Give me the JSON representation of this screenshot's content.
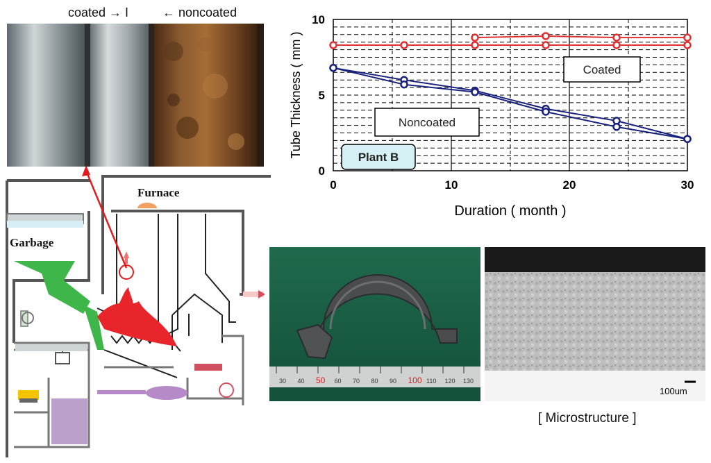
{
  "photo_top": {
    "caption_coated": "coated → I",
    "caption_noncoated": "← noncoated"
  },
  "furnace_diagram": {
    "label_furnace": "Furnace",
    "label_garbage": "Garbage"
  },
  "chart_data": {
    "type": "line",
    "title": "",
    "xlabel": "Duration ( month )",
    "ylabel": "Tube Thickness ( mm )",
    "xlim": [
      0,
      30
    ],
    "ylim": [
      0,
      10
    ],
    "x_ticks": [
      "0",
      "10",
      "20",
      "30"
    ],
    "y_ticks": [
      "0",
      "5",
      "10"
    ],
    "grid": true,
    "annotations": [
      "Coated",
      "Noncoated",
      "Plant B"
    ],
    "series": [
      {
        "name": "Coated",
        "color": "#e03030",
        "x": [
          0,
          6,
          12,
          18,
          24,
          30
        ],
        "y": [
          8.3,
          8.3,
          8.3,
          8.3,
          8.3,
          8.3
        ]
      },
      {
        "name": "Coated",
        "color": "#e03030",
        "x": [
          12,
          18,
          24,
          30
        ],
        "y": [
          8.8,
          8.9,
          8.8,
          8.8
        ]
      },
      {
        "name": "Noncoated",
        "color": "#1a237e",
        "x": [
          0,
          6,
          12,
          18,
          24,
          30
        ],
        "y": [
          6.8,
          6.0,
          5.3,
          4.1,
          3.3,
          2.1
        ]
      },
      {
        "name": "Noncoated",
        "color": "#1a237e",
        "x": [
          0,
          6,
          12,
          18,
          24,
          30
        ],
        "y": [
          6.8,
          5.7,
          5.2,
          3.9,
          2.9,
          2.1
        ]
      }
    ]
  },
  "sample_photo": {
    "ruler_numbers": [
      "30",
      "40",
      "50",
      "60",
      "70",
      "80",
      "90",
      "100",
      "110",
      "120",
      "130"
    ]
  },
  "micro_photo": {
    "scale_label": "100um",
    "caption": "[ Microstructure ]"
  }
}
